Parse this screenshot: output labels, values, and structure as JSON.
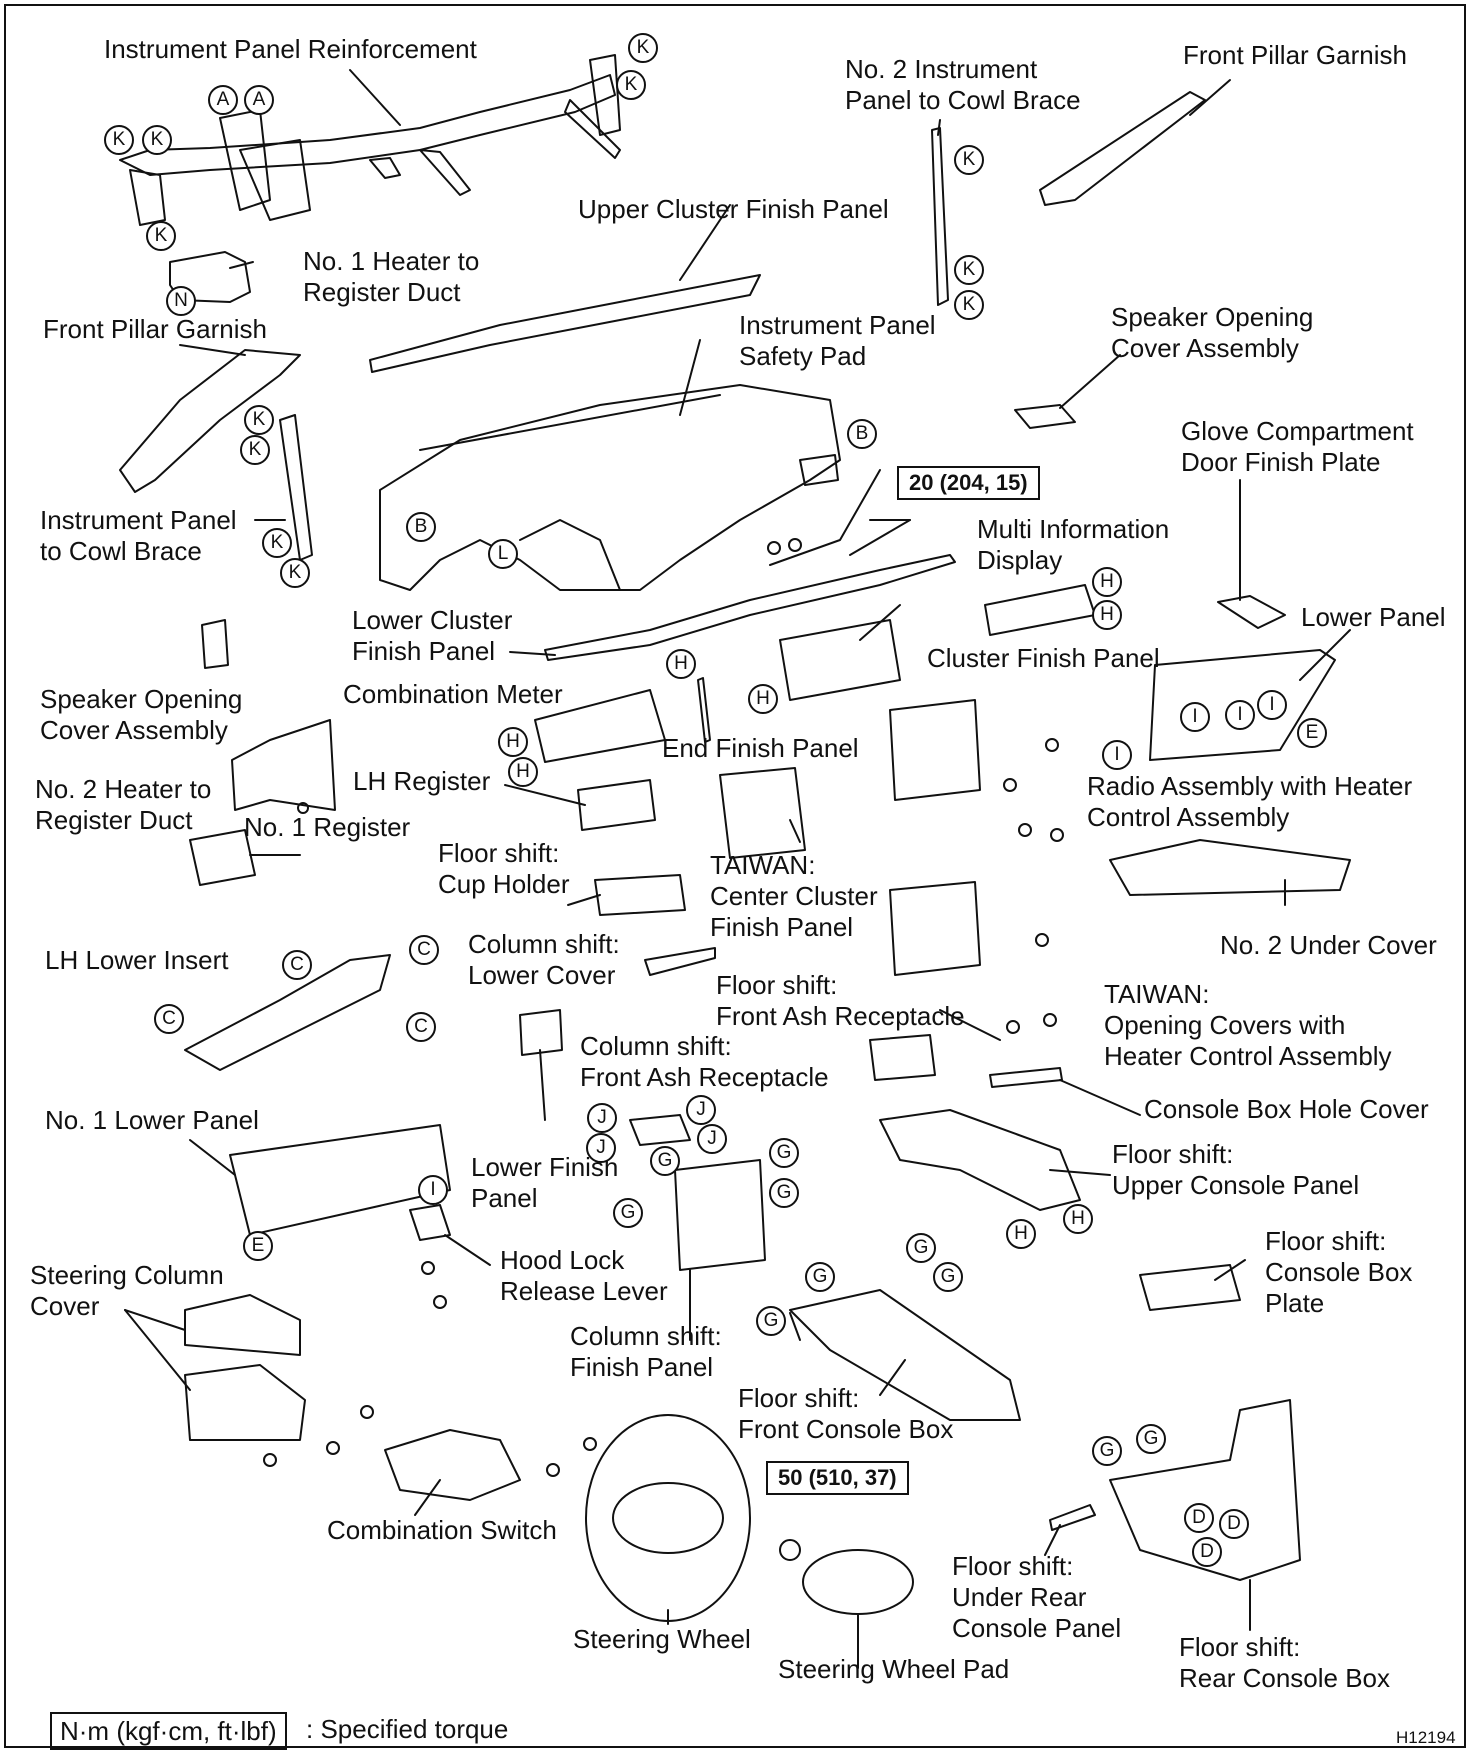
{
  "labels": {
    "ip_reinforcement": "Instrument Panel Reinforcement",
    "no2_brace": "No. 2 Instrument\nPanel to Cowl Brace",
    "front_pillar_garnish_r": "Front Pillar Garnish",
    "upper_cluster": "Upper Cluster Finish Panel",
    "no1_heater_duct": "No. 1 Heater to\nRegister Duct",
    "front_pillar_garnish_l": "Front Pillar Garnish",
    "ip_safety_pad": "Instrument Panel\nSafety Pad",
    "speaker_cover_r": "Speaker Opening\nCover Assembly",
    "glove_plate": "Glove Compartment\nDoor Finish Plate",
    "ip_cowl_brace": "Instrument Panel\nto Cowl Brace",
    "multi_info": "Multi Information\nDisplay",
    "lower_cluster": "Lower Cluster\nFinish Panel",
    "lower_panel": "Lower Panel",
    "cluster_finish": "Cluster Finish Panel",
    "speaker_cover_l": "Speaker Opening\nCover Assembly",
    "combination_meter": "Combination Meter",
    "end_finish": "End Finish Panel",
    "lh_register": "LH Register",
    "radio": "Radio Assembly with Heater\nControl Assembly",
    "no2_heater_duct": "No. 2 Heater to\nRegister Duct",
    "no1_register": "No. 1 Register",
    "floor_cup_holder": "Floor shift:\nCup Holder",
    "taiwan_center": "TAIWAN:\nCenter Cluster\nFinish Panel",
    "no2_under_cover": "No. 2 Under Cover",
    "lh_lower_insert": "LH Lower Insert",
    "column_lower_cover": "Column shift:\nLower Cover",
    "floor_front_ash": "Floor shift:\nFront Ash Receptacle",
    "taiwan_opening": "TAIWAN:\nOpening Covers with\nHeater Control Assembly",
    "column_front_ash": "Column shift:\nFront Ash Receptacle",
    "console_hole_cover": "Console Box Hole Cover",
    "no1_lower_panel": "No. 1 Lower Panel",
    "lower_finish": "Lower Finish\nPanel",
    "floor_upper_console": "Floor shift:\nUpper Console Panel",
    "hood_lock": "Hood Lock\nRelease Lever",
    "steering_column_cover": "Steering Column\nCover",
    "floor_console_plate": "Floor shift:\nConsole Box\nPlate",
    "column_finish": "Column shift:\nFinish Panel",
    "floor_front_console": "Floor shift:\nFront Console Box",
    "combination_switch": "Combination Switch",
    "floor_under_rear": "Floor shift:\nUnder Rear\nConsole Panel",
    "steering_wheel": "Steering Wheel",
    "steering_wheel_pad": "Steering Wheel Pad",
    "floor_rear_console": "Floor shift:\nRear Console Box"
  },
  "torque": {
    "t1": "20 (204, 15)",
    "t2": "50 (510, 37)"
  },
  "callouts": [
    "K",
    "K",
    "A",
    "A",
    "K",
    "K",
    "K",
    "N",
    "K",
    "K",
    "K",
    "K",
    "K",
    "K",
    "K",
    "B",
    "B",
    "L",
    "H",
    "H",
    "H",
    "H",
    "H",
    "H",
    "E",
    "I",
    "I",
    "I",
    "I",
    "C",
    "C",
    "C",
    "C",
    "J",
    "J",
    "J",
    "J",
    "G",
    "G",
    "G",
    "G",
    "G",
    "G",
    "G",
    "G",
    "G",
    "G",
    "H",
    "H",
    "I",
    "E",
    "D",
    "D",
    "D"
  ],
  "legend": {
    "unit": "N·m (kgf·cm, ft·lbf)",
    "text": ": Specified torque"
  },
  "figure_id": "H12194"
}
